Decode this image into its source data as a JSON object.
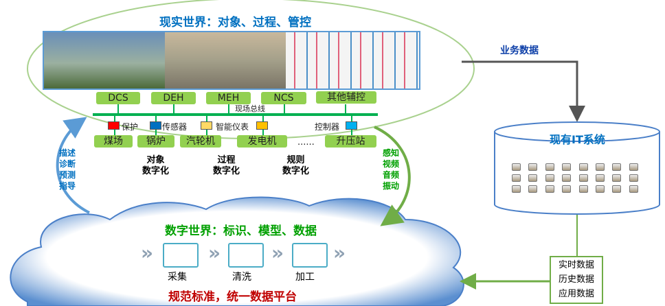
{
  "real_world": {
    "title": "现实世界：对象、过程、管控",
    "systems": [
      "DCS",
      "DEH",
      "MEH",
      "NCS",
      "其他辅控"
    ],
    "bus_label": "现场总线",
    "devices": [
      {
        "label": "保护",
        "color": "#ff0000"
      },
      {
        "label": "传感器",
        "color": "#0070c0"
      },
      {
        "label": "智能仪表",
        "color": "#ffd966"
      },
      {
        "label": "",
        "color": "#ffc000"
      },
      {
        "label": "控制器",
        "color": "#00b0f0"
      }
    ],
    "objects": [
      "煤场",
      "锅炉",
      "汽轮机",
      "发电机",
      "......",
      "升压站"
    ],
    "digitalization": [
      "对象\n数字化",
      "过程\n数字化",
      "规则\n数字化"
    ]
  },
  "left_arrow_text": "描述\n诊断\n预测\n指导",
  "right_arrow_text": "感知\n视频\n音频\n振动",
  "digital_world": {
    "title": "数字世界：标识、模型、数据",
    "steps": [
      "采集",
      "清洗",
      "加工"
    ],
    "footer": "规范标准，统一数据平台"
  },
  "business_data": "业务数据",
  "it_system": {
    "title": "现有IT系统",
    "data_types": [
      "实时数据",
      "历史数据",
      "应用数据"
    ]
  },
  "colors": {
    "green_box": "#92d050",
    "bus": "#00b050",
    "blue_text": "#0070c0",
    "green_text": "#00a000",
    "red_text": "#c00000"
  }
}
